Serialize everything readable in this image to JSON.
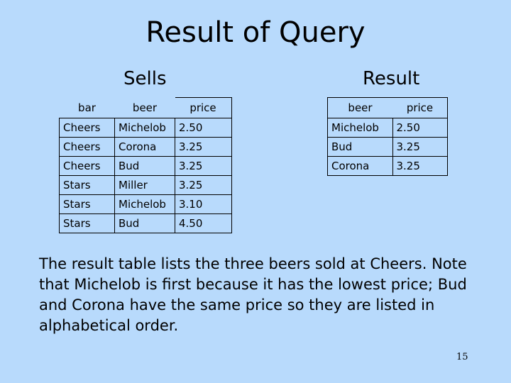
{
  "title": "Result of Query",
  "sells": {
    "caption": "Sells",
    "headers": [
      "bar",
      "beer",
      "price"
    ],
    "rows": [
      [
        "Cheers",
        "Michelob",
        "2.50"
      ],
      [
        "Cheers",
        "Corona",
        "3.25"
      ],
      [
        "Cheers",
        "Bud",
        "3.25"
      ],
      [
        "Stars",
        "Miller",
        "3.25"
      ],
      [
        "Stars",
        "Michelob",
        "3.10"
      ],
      [
        "Stars",
        "Bud",
        "4.50"
      ]
    ]
  },
  "result": {
    "caption": "Result",
    "headers": [
      "beer",
      "price"
    ],
    "rows": [
      [
        "Michelob",
        "2.50"
      ],
      [
        "Bud",
        "3.25"
      ],
      [
        "Corona",
        "3.25"
      ]
    ]
  },
  "note": "The result table lists the three beers sold at Cheers. Note that Michelob is first because it has the lowest price; Bud and Corona have the same price so they are listed in alphabetical order.",
  "page_number": "15"
}
